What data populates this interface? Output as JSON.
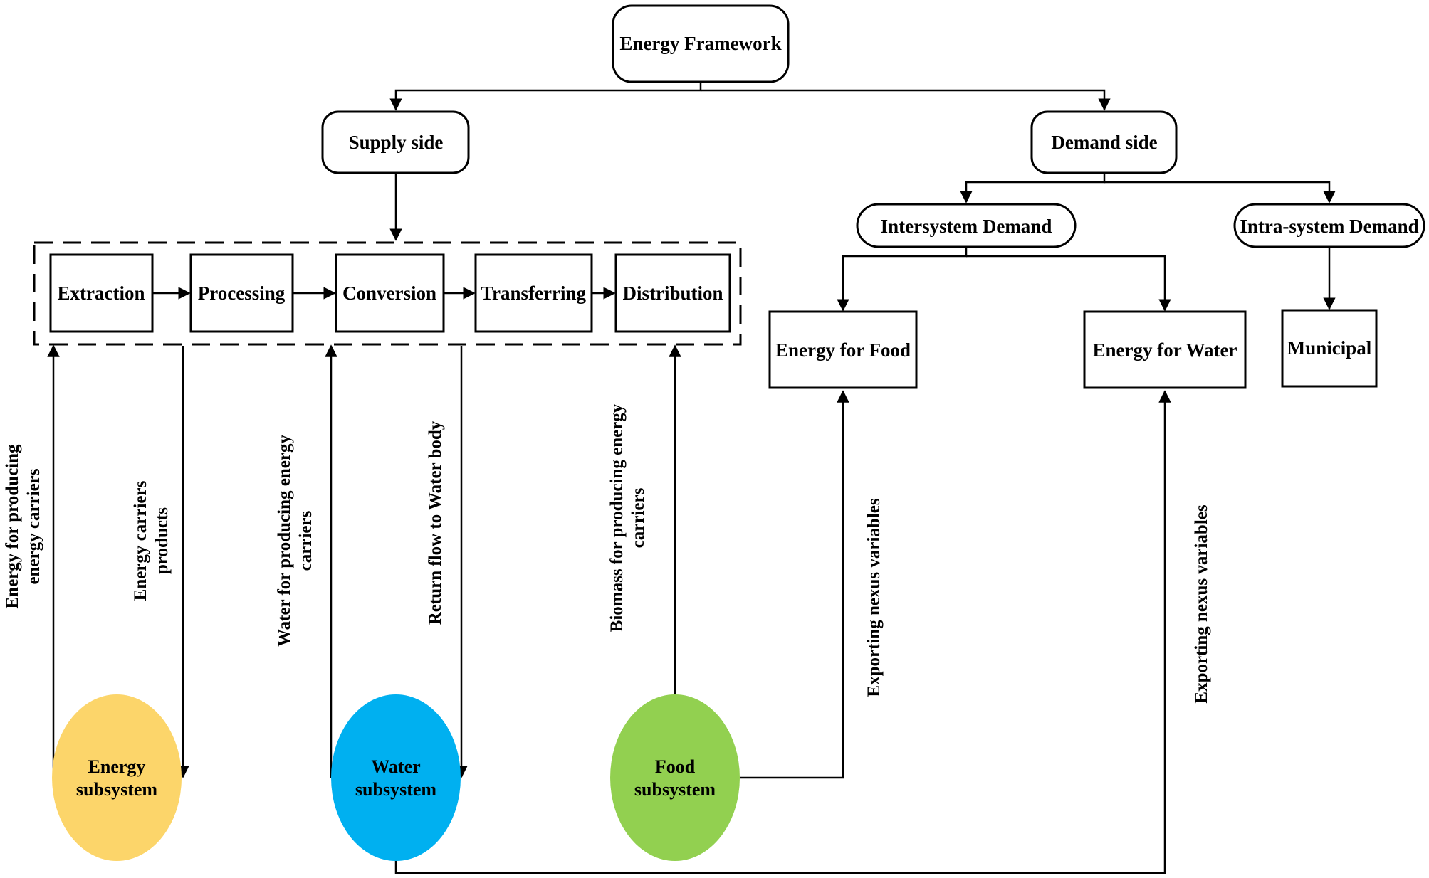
{
  "root": {
    "label": "Energy Framework"
  },
  "supply": {
    "label": "Supply side",
    "chain": [
      "Extraction",
      "Processing",
      "Conversion",
      "Transferring",
      "Distribution"
    ]
  },
  "demand": {
    "label": "Demand side",
    "intersystem": "Intersystem Demand",
    "intrasystem": "Intra-system Demand",
    "energy_for_food": "Energy for Food",
    "energy_for_water": "Energy for Water",
    "municipal": "Municipal"
  },
  "subsystems": {
    "energy": {
      "line1": "Energy",
      "line2": "subsystem",
      "color": "#fcd56a"
    },
    "water": {
      "line1": "Water",
      "line2": "subsystem",
      "color": "#00b0f0"
    },
    "food": {
      "line1": "Food",
      "line2": "subsystem",
      "color": "#92d050"
    }
  },
  "flows": {
    "energy_in": {
      "line1": "Energy for producing",
      "line2": "energy carriers"
    },
    "energy_out": {
      "line1": "Energy carriers",
      "line2": "products"
    },
    "water_in": {
      "line1": "Water for producing energy",
      "line2": "carriers"
    },
    "water_out": {
      "line1": "Return flow to Water body"
    },
    "biomass_in": {
      "line1": "Biomass for producing energy",
      "line2": "carriers"
    },
    "export_food": {
      "line1": "Exporting nexus variables"
    },
    "export_water": {
      "line1": "Exporting nexus variables"
    }
  }
}
